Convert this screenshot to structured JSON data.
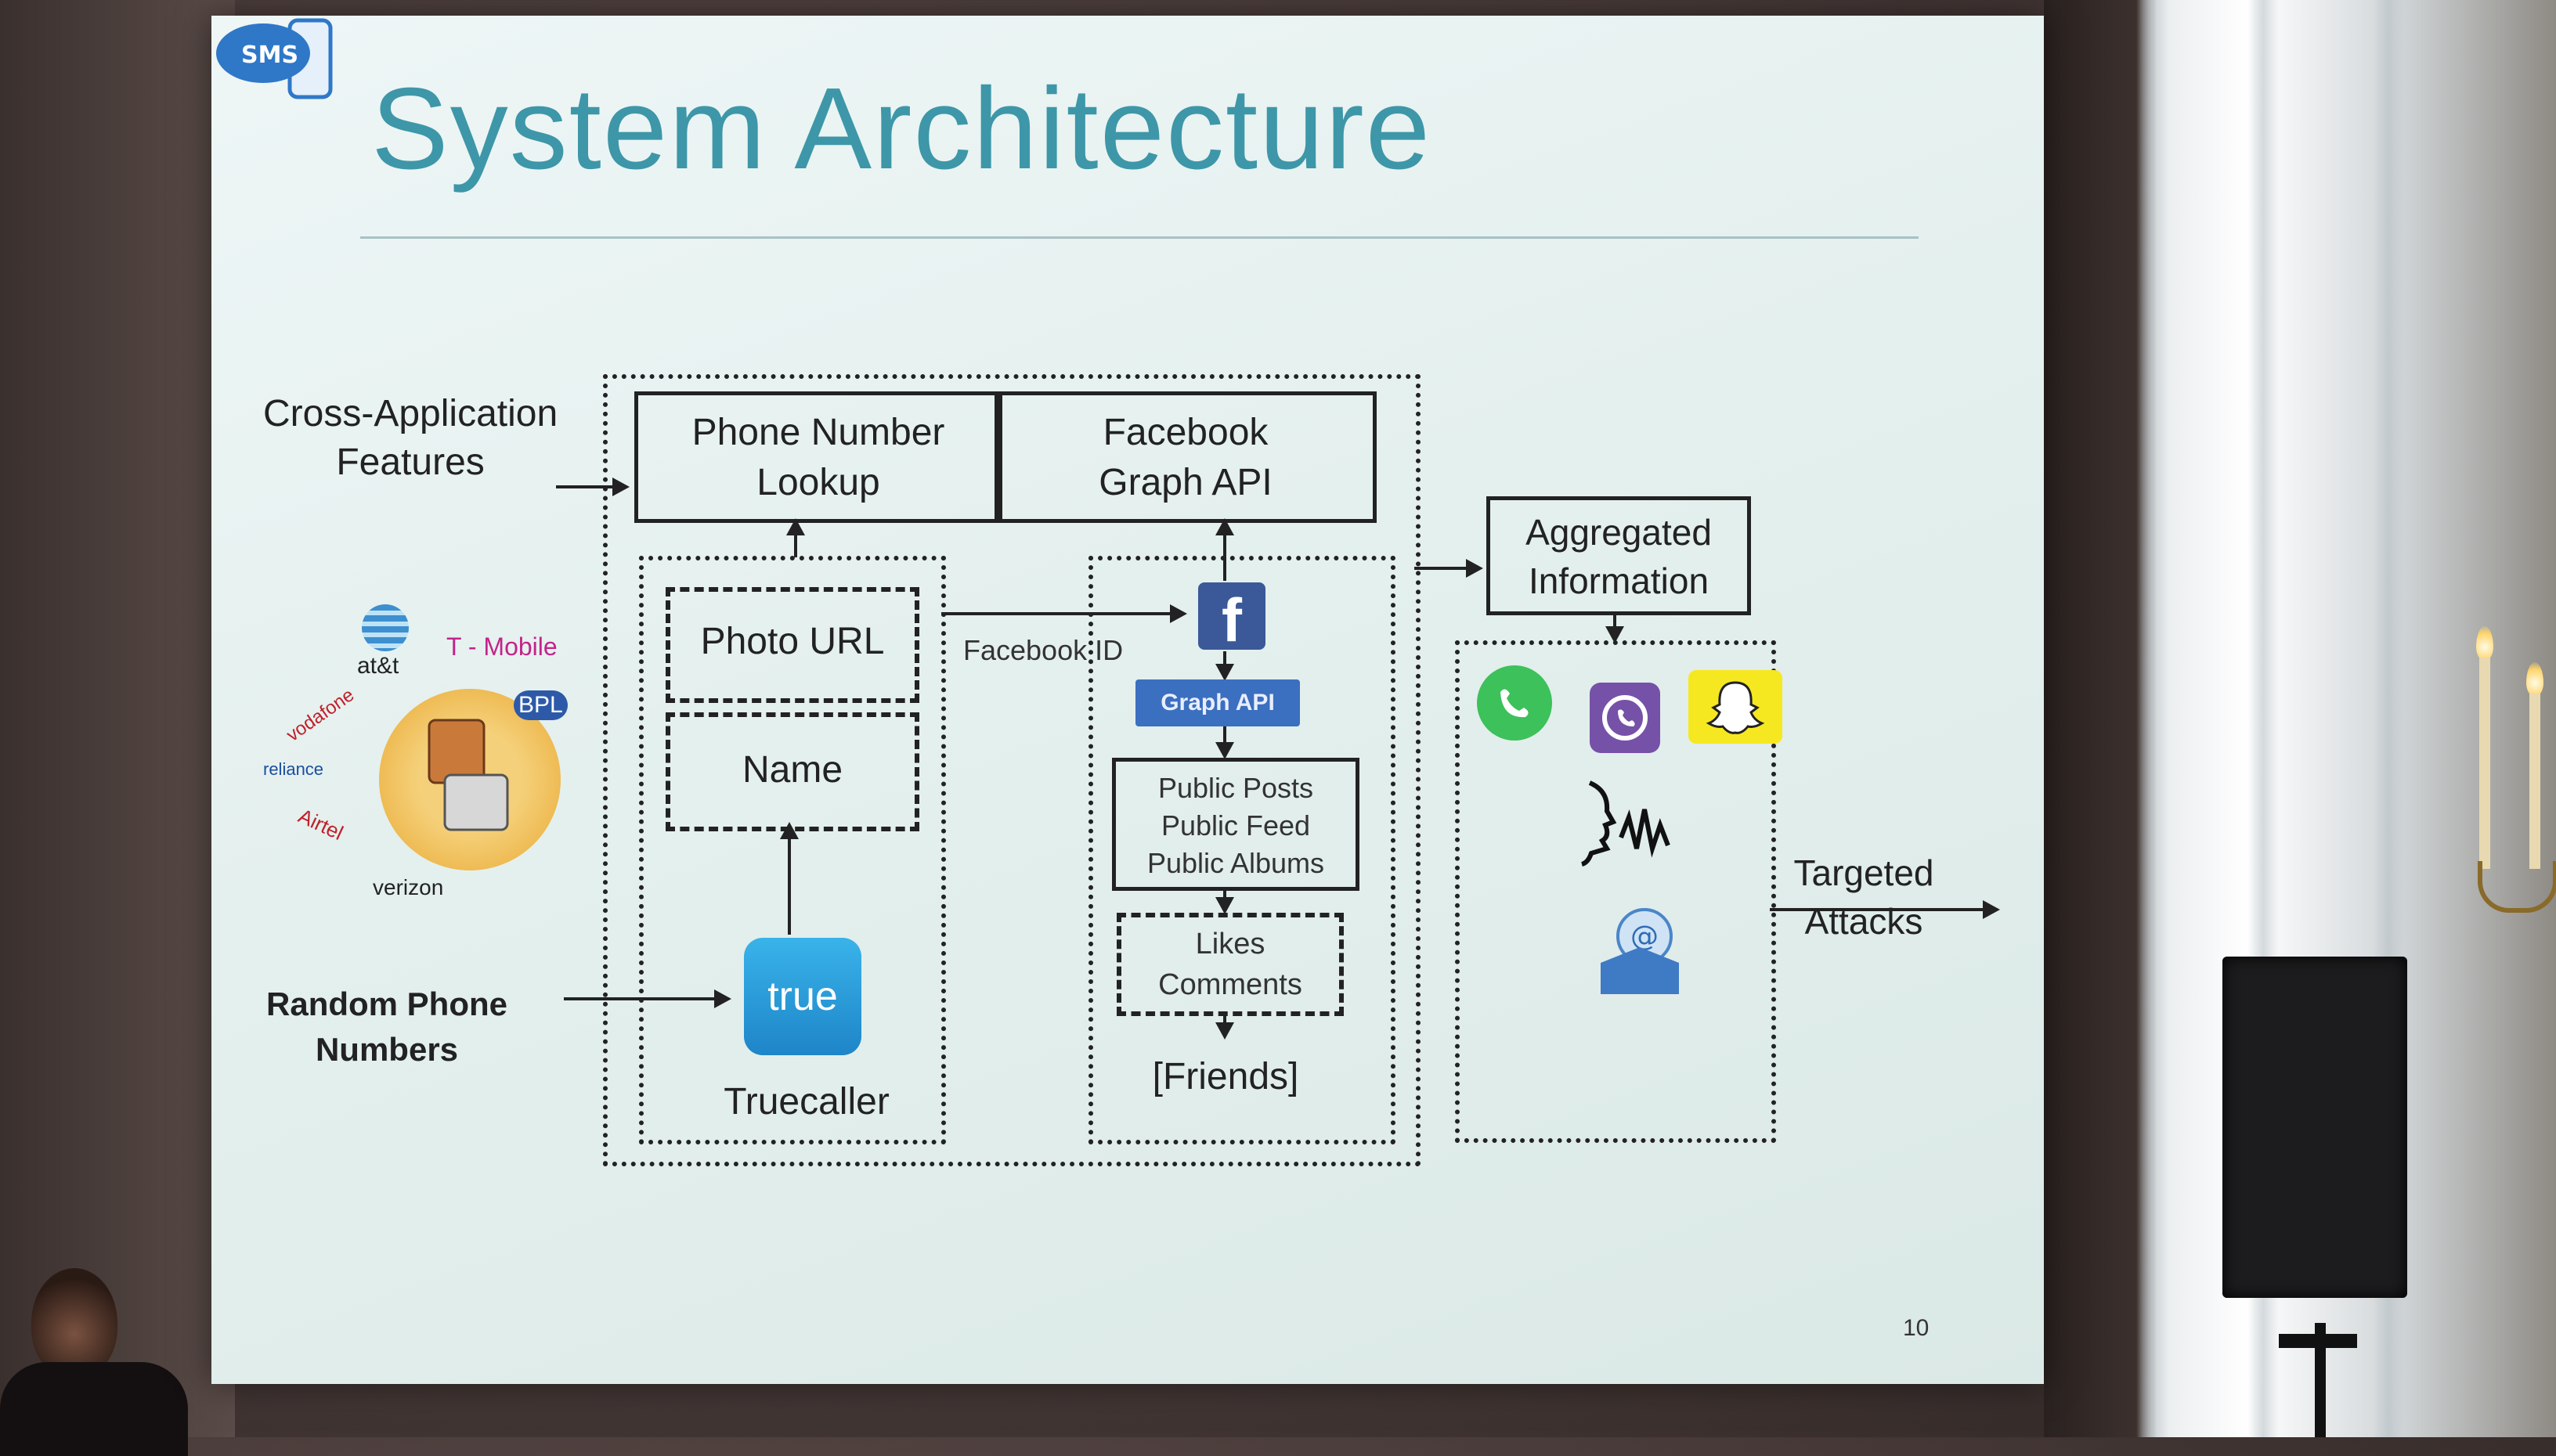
{
  "slide": {
    "title": "System Architecture",
    "page_number": "10"
  },
  "diagram": {
    "inputs": {
      "cross_app_features": [
        "Cross-Application",
        "Features"
      ],
      "random_phone_numbers": [
        "Random Phone",
        "Numbers"
      ]
    },
    "top_boxes": {
      "phone_lookup": [
        "Phone Number",
        "Lookup"
      ],
      "facebook_graph": [
        "Facebook",
        "Graph API"
      ]
    },
    "truecaller_column": {
      "photo_url": "Photo URL",
      "name": "Name",
      "app_icon_text": "true",
      "app_label": "Truecaller"
    },
    "facebook_column": {
      "edge_label": "Facebook ID",
      "fb_icon": "f",
      "graph_badge": "Graph API",
      "public_data": [
        "Public Posts",
        "Public Feed",
        "Public Albums"
      ],
      "engagement": [
        "Likes",
        "Comments"
      ],
      "friends": "[Friends]"
    },
    "aggregated": [
      "Aggregated",
      "Information"
    ],
    "output": [
      "Targeted",
      "Attacks"
    ],
    "carriers": [
      "at&t",
      "T - Mobile",
      "verizon",
      "BPL",
      "vodafone",
      "reliance",
      "Airtel"
    ]
  },
  "icons": [
    "facebook-icon",
    "truecaller-icon",
    "whatsapp-icon",
    "viber-icon",
    "snapchat-icon",
    "voice-icon",
    "email-icon",
    "sms-icon",
    "carrier-collage"
  ],
  "colors": {
    "title": "#3d97a8",
    "facebook": "#3b5998",
    "truecaller": "#1e85c8",
    "whatsapp": "#3cc15b",
    "viber": "#7651a8",
    "snapchat": "#f6e820"
  }
}
